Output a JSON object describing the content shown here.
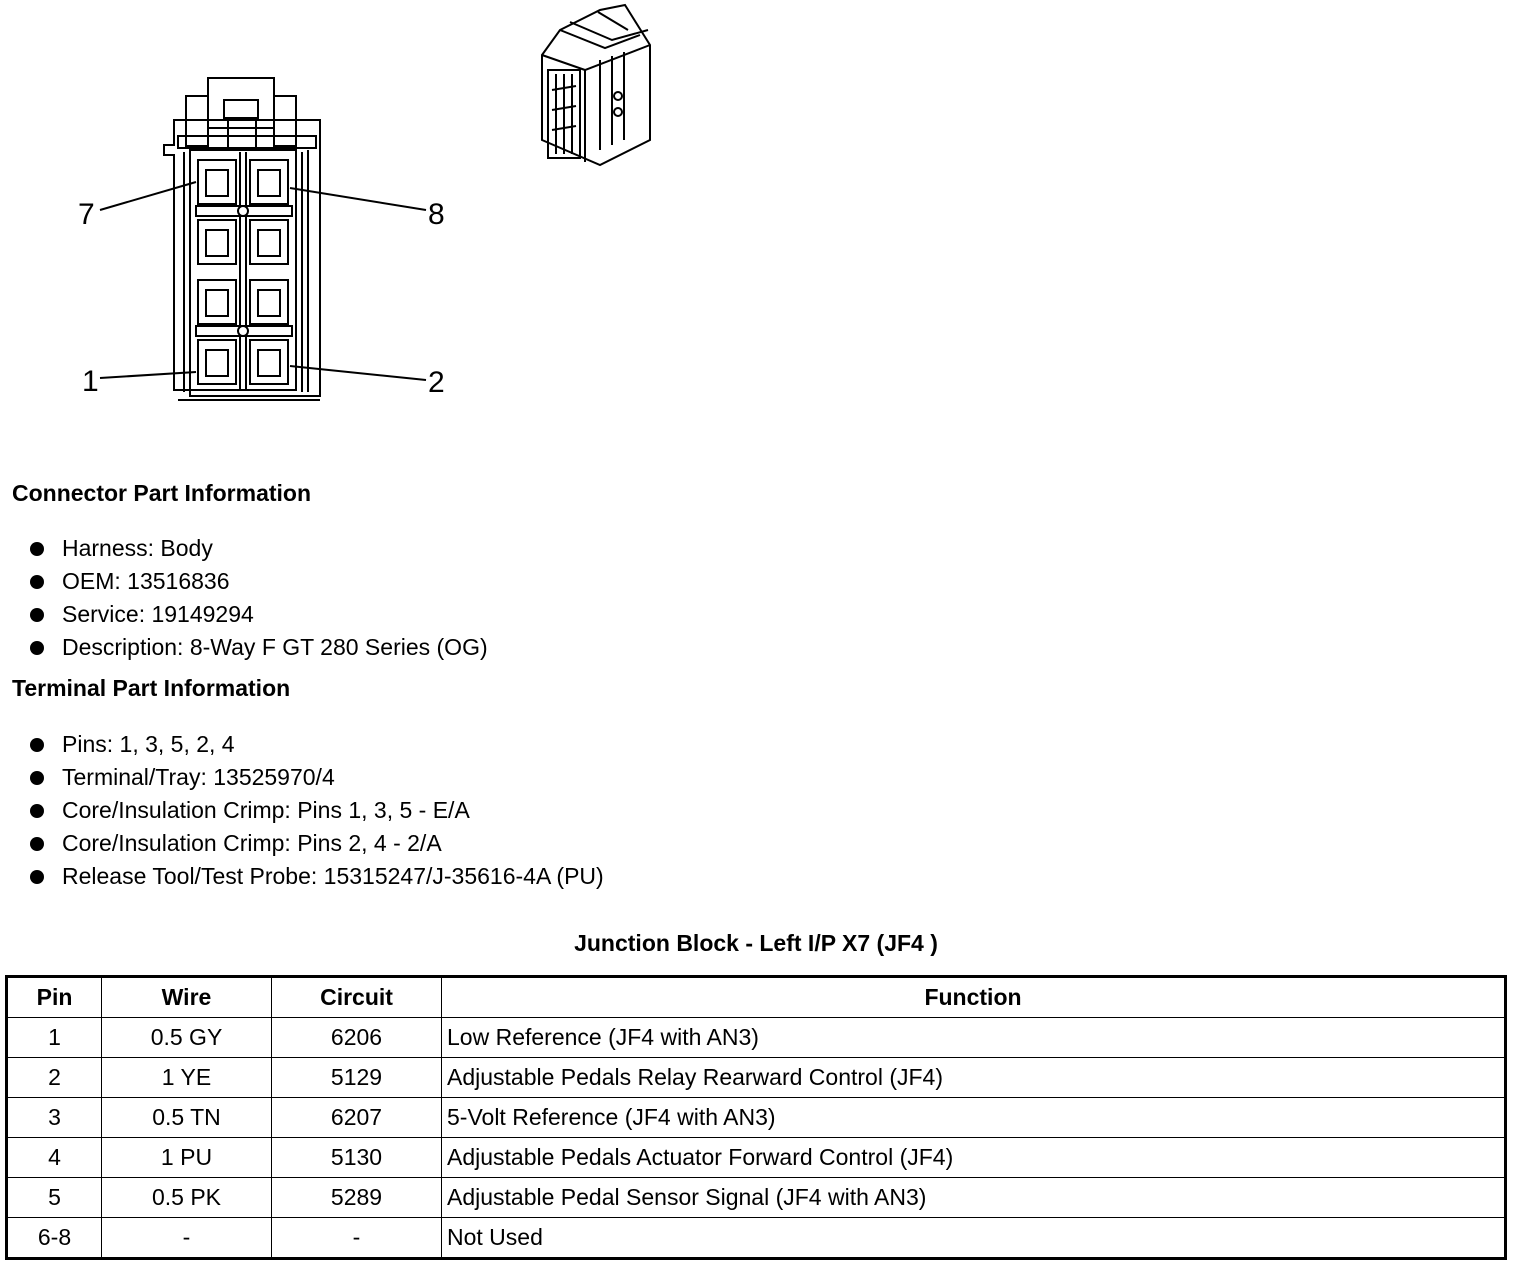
{
  "connector_diagram": {
    "pin_labels": {
      "top_left": "7",
      "top_right": "8",
      "bottom_left": "1",
      "bottom_right": "2"
    }
  },
  "connector_info": {
    "heading": "Connector Part Information",
    "items": [
      "Harness: Body",
      "OEM: 13516836",
      "Service: 19149294",
      "Description: 8-Way F GT 280 Series (OG)"
    ]
  },
  "terminal_info": {
    "heading": "Terminal Part Information",
    "items": [
      "Pins: 1, 3, 5, 2, 4",
      "Terminal/Tray: 13525970/4",
      "Core/Insulation Crimp: Pins 1, 3, 5 - E/A",
      "Core/Insulation Crimp: Pins 2, 4 - 2/A",
      "Release Tool/Test Probe: 15315247/J-35616-4A (PU)"
    ]
  },
  "pinout_table": {
    "title": "Junction Block - Left I/P X7 (JF4 )",
    "headers": [
      "Pin",
      "Wire",
      "Circuit",
      "Function"
    ],
    "rows": [
      [
        "1",
        "0.5 GY",
        "6206",
        "Low Reference (JF4 with AN3)"
      ],
      [
        "2",
        "1 YE",
        "5129",
        "Adjustable Pedals Relay Rearward Control (JF4)"
      ],
      [
        "3",
        "0.5 TN",
        "6207",
        "5-Volt Reference (JF4 with AN3)"
      ],
      [
        "4",
        "1 PU",
        "5130",
        "Adjustable Pedals Actuator Forward Control (JF4)"
      ],
      [
        "5",
        "0.5 PK",
        "5289",
        "Adjustable Pedal Sensor Signal (JF4 with AN3)"
      ],
      [
        "6-8",
        "-",
        "-",
        "Not Used"
      ]
    ]
  }
}
